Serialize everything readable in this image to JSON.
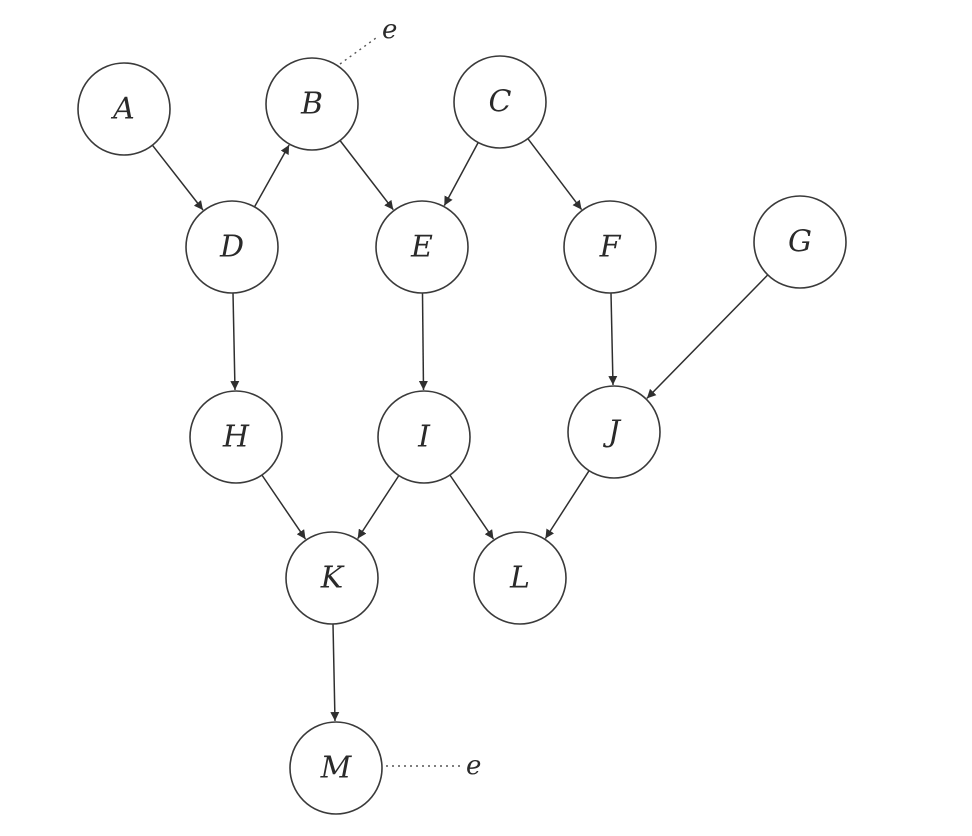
{
  "diagram": {
    "nodes": [
      {
        "id": "A",
        "label": "A"
      },
      {
        "id": "B",
        "label": "B"
      },
      {
        "id": "C",
        "label": "C"
      },
      {
        "id": "D",
        "label": "D"
      },
      {
        "id": "E",
        "label": "E"
      },
      {
        "id": "F",
        "label": "F"
      },
      {
        "id": "G",
        "label": "G"
      },
      {
        "id": "H",
        "label": "H"
      },
      {
        "id": "I",
        "label": "I"
      },
      {
        "id": "J",
        "label": "J"
      },
      {
        "id": "K",
        "label": "K"
      },
      {
        "id": "L",
        "label": "L"
      },
      {
        "id": "M",
        "label": "M"
      }
    ],
    "edges": [
      {
        "from": "A",
        "to": "D"
      },
      {
        "from": "D",
        "to": "B"
      },
      {
        "from": "B",
        "to": "E"
      },
      {
        "from": "C",
        "to": "E"
      },
      {
        "from": "C",
        "to": "F"
      },
      {
        "from": "D",
        "to": "H"
      },
      {
        "from": "E",
        "to": "I"
      },
      {
        "from": "F",
        "to": "J"
      },
      {
        "from": "G",
        "to": "J"
      },
      {
        "from": "H",
        "to": "K"
      },
      {
        "from": "I",
        "to": "K"
      },
      {
        "from": "I",
        "to": "L"
      },
      {
        "from": "J",
        "to": "L"
      },
      {
        "from": "K",
        "to": "M"
      }
    ],
    "annotations": [
      {
        "node": "B",
        "label": "e"
      },
      {
        "node": "M",
        "label": "e"
      }
    ]
  }
}
